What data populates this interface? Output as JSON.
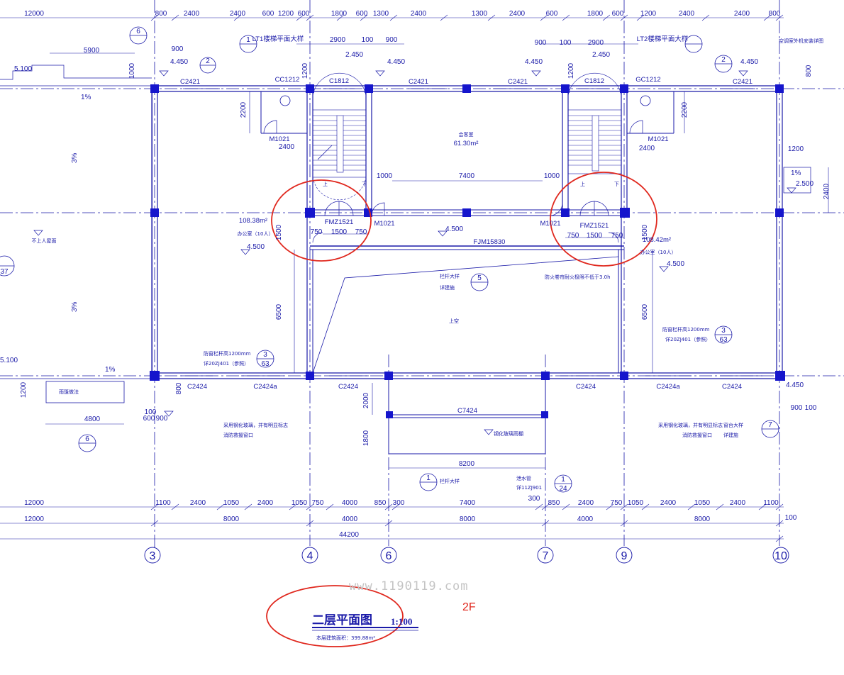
{
  "plan": {
    "title": "二层平面图",
    "scale": "1:100",
    "area_note": "本层建筑面积：399.88m²",
    "watermark": "www.1190119.com",
    "floor_tag": "2F"
  },
  "axes": [
    "3",
    "4",
    "6",
    "7",
    "9",
    "10"
  ],
  "top_dims": {
    "row1": [
      "12000",
      "800",
      "2400",
      "2400",
      "600",
      "1200",
      "600",
      "1800",
      "600",
      "1300",
      "2400",
      "1300",
      "2400",
      "600",
      "1800",
      "600",
      "1200",
      "2400",
      "2400",
      "800"
    ],
    "row2": [
      "2900",
      "100",
      "900",
      "900",
      "100",
      "2900"
    ]
  },
  "bottom_dims": {
    "row1": [
      "12000",
      "1100",
      "2400",
      "1050",
      "2400",
      "1050",
      "750",
      "4000",
      "850",
      "300",
      "7400",
      "300",
      "850",
      "2400",
      "750",
      "1050",
      "2400",
      "1050",
      "2400",
      "1100"
    ],
    "row2": [
      "12000",
      "8000",
      "4000",
      "8000",
      "4000",
      "8000"
    ],
    "total": "44200",
    "end": "100"
  },
  "openings": {
    "windows": [
      "C2421",
      "C1812",
      "C2421",
      "C2421",
      "C1812",
      "C2421",
      "C2424",
      "C2424a",
      "C2424",
      "C7424",
      "C2424",
      "C2424a",
      "C2424",
      "CC1212",
      "GC1212"
    ],
    "doors": [
      "M1021",
      "M1021",
      "M1021",
      "M1021",
      "FMZ1521",
      "FMZ1521",
      "FJM15830"
    ],
    "stairs": [
      "LT1楼梯平面大样",
      "LT2楼梯平面大样"
    ]
  },
  "rooms": {
    "meeting": "会客室",
    "meeting_area": "61.30m²",
    "left_room_area": "108.38m²",
    "left_room_use": "办公室（10人）",
    "right_room_area": "108.42m²",
    "right_room_use": "办公室（10人）",
    "void": "上空",
    "no_roof": "不上人屋面"
  },
  "elevations": [
    "4.450",
    "4.450",
    "4.450",
    "4.450",
    "4.500",
    "4.500",
    "4.500",
    "5.100",
    "5.100",
    "2.450",
    "2.450",
    "2.500",
    "4.450"
  ],
  "notes": {
    "fire_wall": "防火卷帘耐火极限不低于3.0h",
    "railing_left": "防窗栏杆高1200mm",
    "railing_ref": "详20ZJ401（参照）",
    "fire_opening": "消防救援窗口",
    "glass_note": "采用钢化玻璃，并有明显标志",
    "gutter": "雨篷做法",
    "sill": "窗台大样",
    "detail_see": "详建施",
    "vent": "空调室外机安装详图",
    "canopy": "钢化玻璃雨棚",
    "canopy_ref": "详11ZJ901",
    "water": "泄水管",
    "slope": "1%",
    "slope2": "3%",
    "stair_up": "上",
    "stair_down": "下",
    "rails_detail": "栏杆大样"
  },
  "detail_refs": [
    "6",
    "2",
    "1",
    "2",
    "37",
    "3",
    "63",
    "5",
    "3",
    "63",
    "6",
    "7",
    "1",
    "1",
    "24"
  ]
}
